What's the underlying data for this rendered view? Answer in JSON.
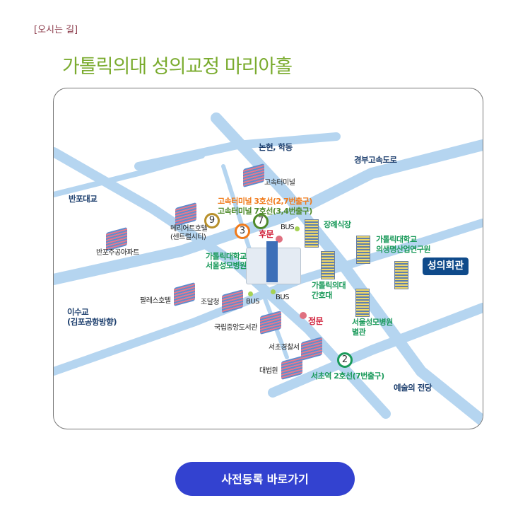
{
  "section_label": "[오시는 길]",
  "title": "가톨릭의대 성의교정 마리아홀",
  "map": {
    "roads": {
      "nonhyeon": "논현, 학동",
      "gyeongbu": "경부고속도로",
      "banpo_bridge": "반포대교",
      "isu_1": "이수교",
      "isu_2": "(김포공항방향)",
      "arts_center": "예술의 전당"
    },
    "landmarks": {
      "express_terminal": "고속터미널",
      "marriott_1": "메리어트호텔",
      "marriott_2": "(센트럴시티)",
      "banpo_apt": "반포주공아파트",
      "palace": "팔레스호텔",
      "procurement": "조달청",
      "library": "국립중앙도서관",
      "police": "서초경찰서",
      "court": "대법원"
    },
    "campus": {
      "funeral": "장례식장",
      "research_1": "가톨릭대학교",
      "research_2": "의생명산업연구원",
      "hospital_1": "가톨릭대학교",
      "hospital_2": "서울성모병원",
      "nursing_1": "가톨릭의대",
      "nursing_2": "간호대",
      "annex_1": "서울성모병원",
      "annex_2": "별관",
      "target": "성의회관"
    },
    "gates": {
      "back": "후문",
      "main": "정문"
    },
    "subway": {
      "line3_text": "고속터미널 3호선(2,7번출구)",
      "line7_text": "고속터미널 7호선(3,4번출구)",
      "line2_text": "서초역 2호선(7번출구)",
      "line9": "9",
      "line7": "7",
      "line3": "3",
      "line2": "2"
    },
    "bus": "BUS"
  },
  "button": "사전등록 바로가기"
}
